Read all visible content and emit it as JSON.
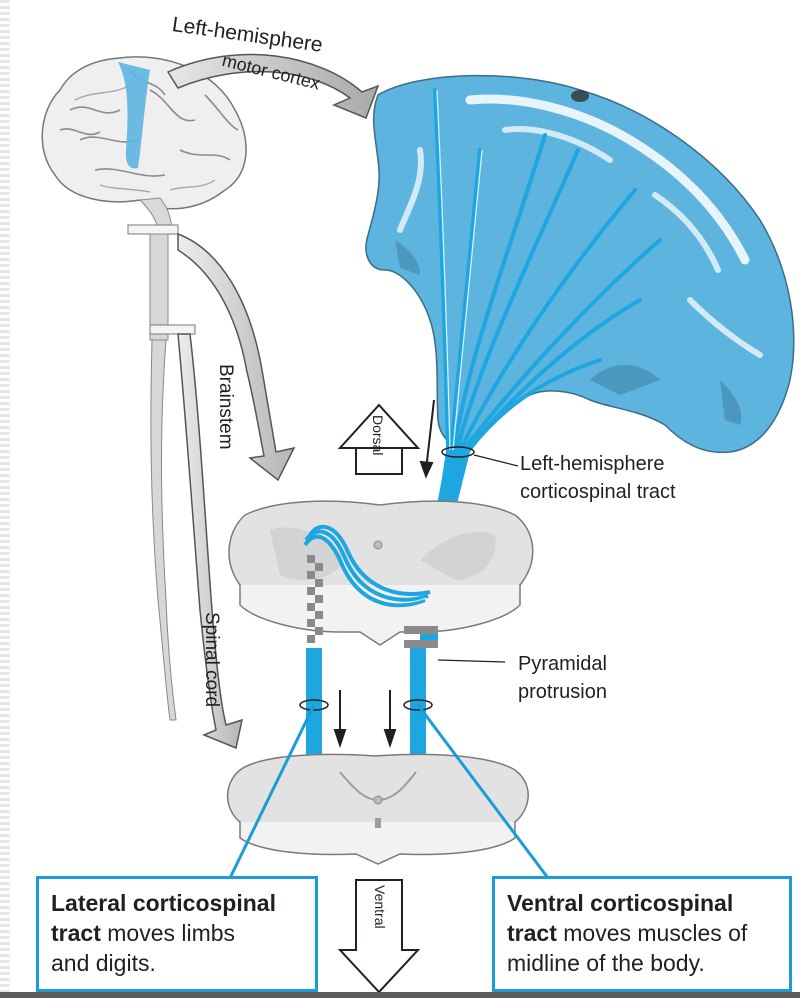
{
  "labels": {
    "left_hemisphere": "Left-hemisphere",
    "motor_cortex": "motor cortex",
    "brainstem": "Brainstem",
    "spinal_cord": "Spinal cord",
    "dorsal": "Dorsal",
    "ventral": "Ventral",
    "tract_line1": "Left-hemisphere",
    "tract_line2": "corticospinal tract",
    "pyramidal_line1": "Pyramidal",
    "pyramidal_line2": "protrusion"
  },
  "callouts": {
    "lateral": {
      "title_1": "Lateral corticospinal",
      "title_2": "tract",
      "rest_1": " moves limbs",
      "rest_2": "and digits."
    },
    "ventral": {
      "title_1": "Ventral corticospinal",
      "title_2": "tract",
      "rest_1": " moves muscles of",
      "rest_2": "midline of the body."
    }
  },
  "colors": {
    "tract_blue": "#1ea6e0",
    "cortex_blue": "#5cb4df",
    "arrow_gray": "#c8c8c8",
    "section_gray": "#e2e2e2"
  }
}
